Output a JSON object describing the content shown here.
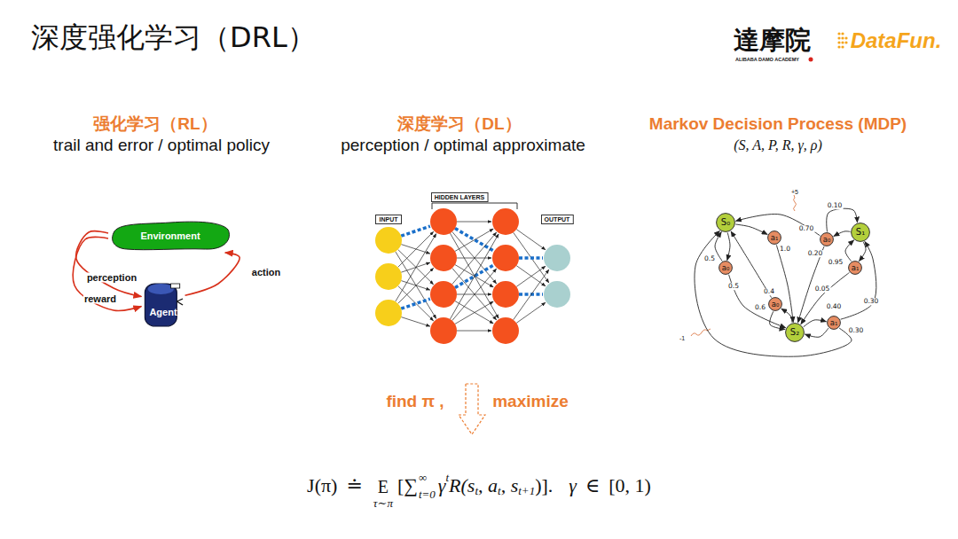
{
  "diagram": {
    "title": "深度强化学习（DRL）",
    "nodes": [
      {
        "text": [
          "Environment"
        ]
      },
      {
        "text": [
          "Agent"
        ]
      },
      {
        "text": [
          "HIDDEN LAYERS"
        ]
      },
      {
        "text": [
          "INPUT"
        ]
      },
      {
        "text": [
          "OUTPUT"
        ]
      },
      {
        "text": [
          "S₀"
        ]
      },
      {
        "text": [
          "S₁"
        ]
      },
      {
        "text": [
          "a₁"
        ]
      },
      {
        "text": [
          "a₀"
        ]
      },
      {
        "text": [
          "a₀"
        ]
      },
      {
        "text": [
          "a₁"
        ]
      },
      {
        "text": [
          "a₀"
        ]
      },
      {
        "text": [
          "a₁"
        ]
      },
      {
        "text": [
          "S₂"
        ]
      }
    ],
    "edges": [
      {
        "from": 0,
        "to": 1,
        "arrow": "to",
        "label": "perception"
      },
      {
        "from": 0,
        "to": 1,
        "arrow": "to",
        "label": "reward"
      },
      {
        "from": 1,
        "to": 0,
        "arrow": "to",
        "label": "action"
      },
      {
        "from": 5,
        "to": 7,
        "arrow": "to"
      },
      {
        "from": 7,
        "to": 13,
        "arrow": "to",
        "label": "1.0"
      },
      {
        "from": 5,
        "to": 9,
        "arrow": "to"
      },
      {
        "from": 9,
        "to": 5,
        "arrow": "to",
        "label": "0.5"
      },
      {
        "from": 9,
        "to": 13,
        "arrow": "to",
        "label": "0.5"
      },
      {
        "from": 6,
        "to": 8,
        "arrow": "to"
      },
      {
        "from": 8,
        "to": 5,
        "arrow": "to",
        "label": "0.70"
      },
      {
        "from": 8,
        "to": 6,
        "arrow": "to",
        "label": "0.10"
      },
      {
        "from": 8,
        "to": 13,
        "arrow": "to",
        "label": "0.20"
      },
      {
        "from": 6,
        "to": 10,
        "arrow": "to"
      },
      {
        "from": 10,
        "to": 6,
        "arrow": "to",
        "label": "0.95"
      },
      {
        "from": 10,
        "to": 13,
        "arrow": "to",
        "label": "0.05"
      },
      {
        "from": 13,
        "to": 11,
        "arrow": "to"
      },
      {
        "from": 11,
        "to": 5,
        "arrow": "to",
        "label": "0.4"
      },
      {
        "from": 11,
        "to": 13,
        "arrow": "to",
        "label": "0.6"
      },
      {
        "from": 13,
        "to": 12,
        "arrow": "to"
      },
      {
        "from": 12,
        "to": 5,
        "arrow": "to",
        "label": "0.30"
      },
      {
        "from": 12,
        "to": 6,
        "arrow": "to",
        "label": "0.30"
      },
      {
        "from": 12,
        "to": 13,
        "arrow": "to",
        "label": "0.40"
      }
    ],
    "labels": [
      "强化学习（RL）",
      "trail and error / optimal policy",
      "深度学习（DL）",
      "perception / optimal approximate",
      "Markov Decision Process (MDP)",
      "(S, A, P, R, γ, ρ)",
      "達摩院",
      "ALIBABA DAMO ACADEMY",
      "DataFun.",
      "+5",
      "-1",
      "find π ,",
      "maximize",
      "J(π)",
      "≐",
      "E",
      "τ∼π",
      "[∑",
      "∞",
      "t=0",
      "γ",
      "t",
      "R(s",
      "t",
      ", a",
      "t",
      ", s",
      "t+1",
      ")].",
      "γ",
      "∈",
      "[0, 1)"
    ]
  }
}
